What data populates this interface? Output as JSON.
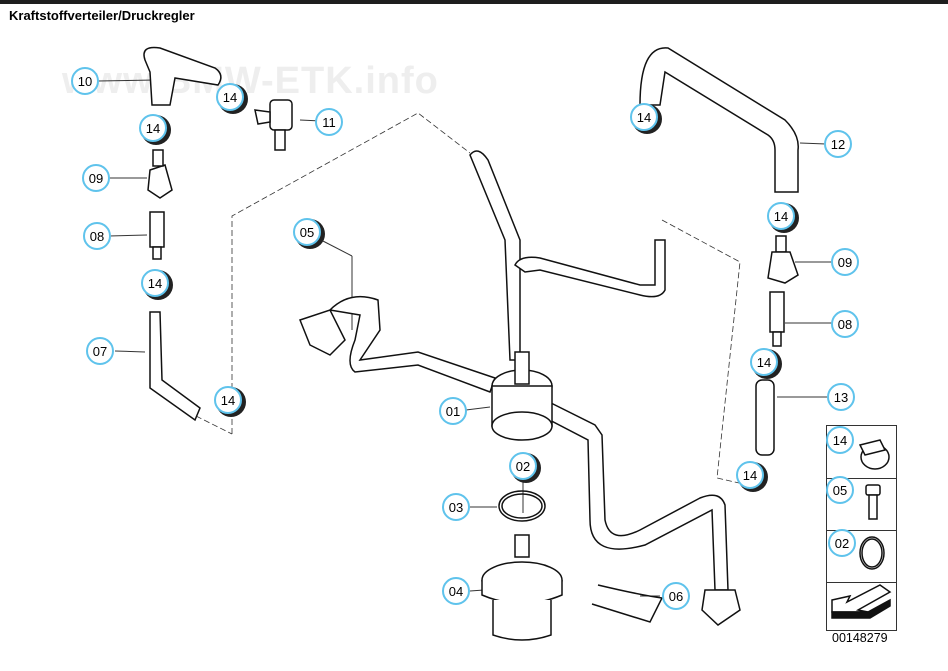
{
  "title": "Kraftstoffverteiler/Druckregler",
  "watermark": "www.BMW-ETK.info",
  "part_number": "00148279",
  "accent_color": "#5fc3ec",
  "callouts": [
    {
      "id": "c10a",
      "label": "10"
    },
    {
      "id": "c14a",
      "label": "14"
    },
    {
      "id": "c14b",
      "label": "14"
    },
    {
      "id": "c11",
      "label": "11"
    },
    {
      "id": "c09l",
      "label": "09"
    },
    {
      "id": "c08l",
      "label": "08"
    },
    {
      "id": "c14c",
      "label": "14"
    },
    {
      "id": "c07",
      "label": "07"
    },
    {
      "id": "c14d",
      "label": "14"
    },
    {
      "id": "c05",
      "label": "05"
    },
    {
      "id": "c01",
      "label": "01"
    },
    {
      "id": "c02",
      "label": "02"
    },
    {
      "id": "c03",
      "label": "03"
    },
    {
      "id": "c04",
      "label": "04"
    },
    {
      "id": "c06",
      "label": "06"
    },
    {
      "id": "c14e",
      "label": "14"
    },
    {
      "id": "c12",
      "label": "12"
    },
    {
      "id": "c14f",
      "label": "14"
    },
    {
      "id": "c09r",
      "label": "09"
    },
    {
      "id": "c08r",
      "label": "08"
    },
    {
      "id": "c14g",
      "label": "14"
    },
    {
      "id": "c13",
      "label": "13"
    },
    {
      "id": "c14h",
      "label": "14"
    }
  ],
  "legend": [
    {
      "label": "14",
      "part": "hose-clamp"
    },
    {
      "label": "05",
      "part": "bolt"
    },
    {
      "label": "02",
      "part": "o-ring"
    },
    {
      "label": "",
      "part": "arrow"
    }
  ]
}
